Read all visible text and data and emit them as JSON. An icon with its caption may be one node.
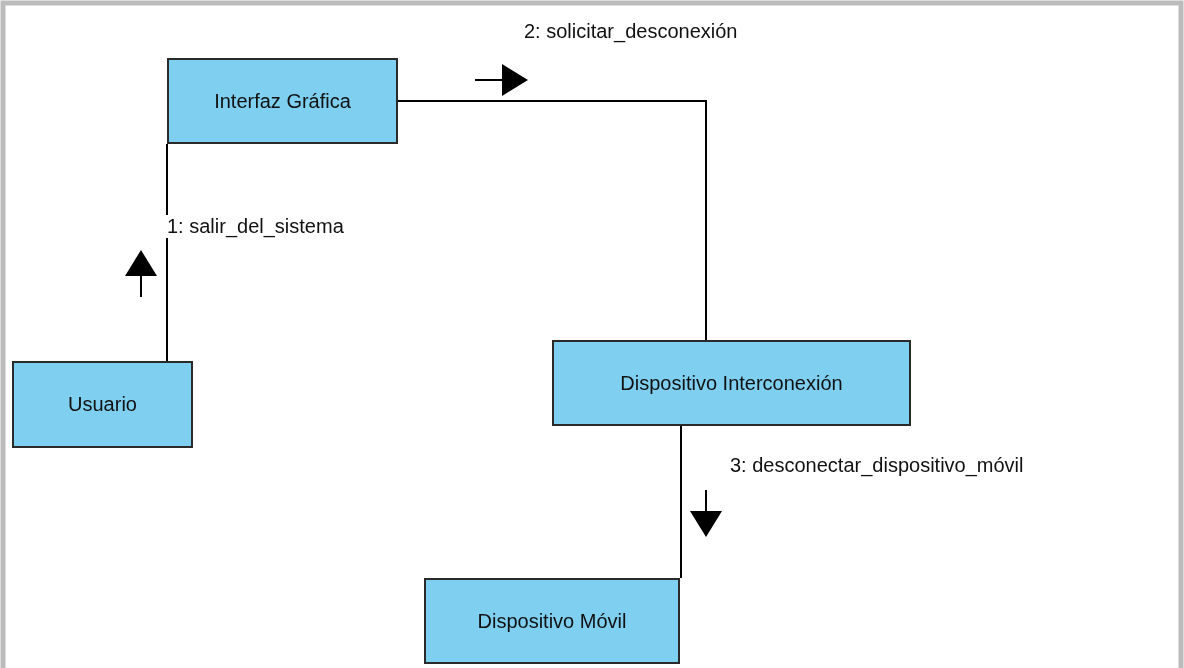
{
  "diagram": {
    "nodes": [
      {
        "text": [
          "Interfaz Gráfica"
        ]
      },
      {
        "text": [
          "Usuario"
        ]
      },
      {
        "text": [
          "Dispositivo Interconexión"
        ]
      },
      {
        "text": [
          "Dispositivo Móvil"
        ]
      }
    ],
    "edges": [
      {
        "from": 1,
        "to": 0,
        "arrow": "none",
        "label": "1: salir_del_sistema"
      },
      {
        "from": 0,
        "to": 2,
        "arrow": "none",
        "label": "2: solicitar_desconexión"
      },
      {
        "from": 2,
        "to": 3,
        "arrow": "none",
        "label": "3: desconectar_dispositivo_móvil"
      }
    ]
  }
}
